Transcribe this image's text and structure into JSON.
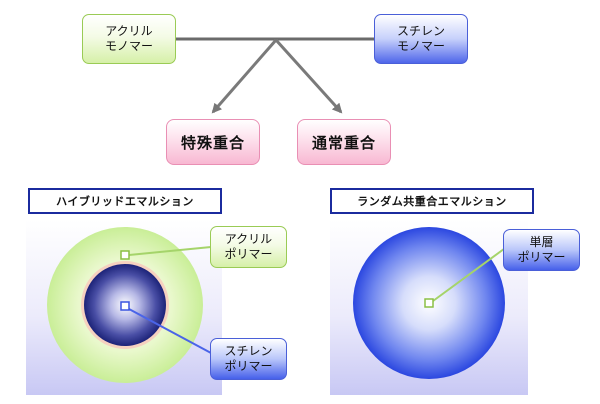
{
  "monomers": {
    "acrylic": "アクリル\nモノマー",
    "styrene": "スチレン\nモノマー"
  },
  "reactions": {
    "special": "特殊重合",
    "normal": "通常重合"
  },
  "sections": {
    "hybrid": "ハイブリッドエマルション",
    "random": "ランダム共重合エマルション"
  },
  "polymers": {
    "acrylic": "アクリル\nポリマー",
    "styrene": "スチレン\nポリマー",
    "single": "単層\nポリマー"
  },
  "colors": {
    "acrylic_green": "#d6f0a8",
    "styrene_blue": "#4f66ea",
    "reaction_pink": "#f8b8d2",
    "section_border": "#1b2b9e"
  }
}
